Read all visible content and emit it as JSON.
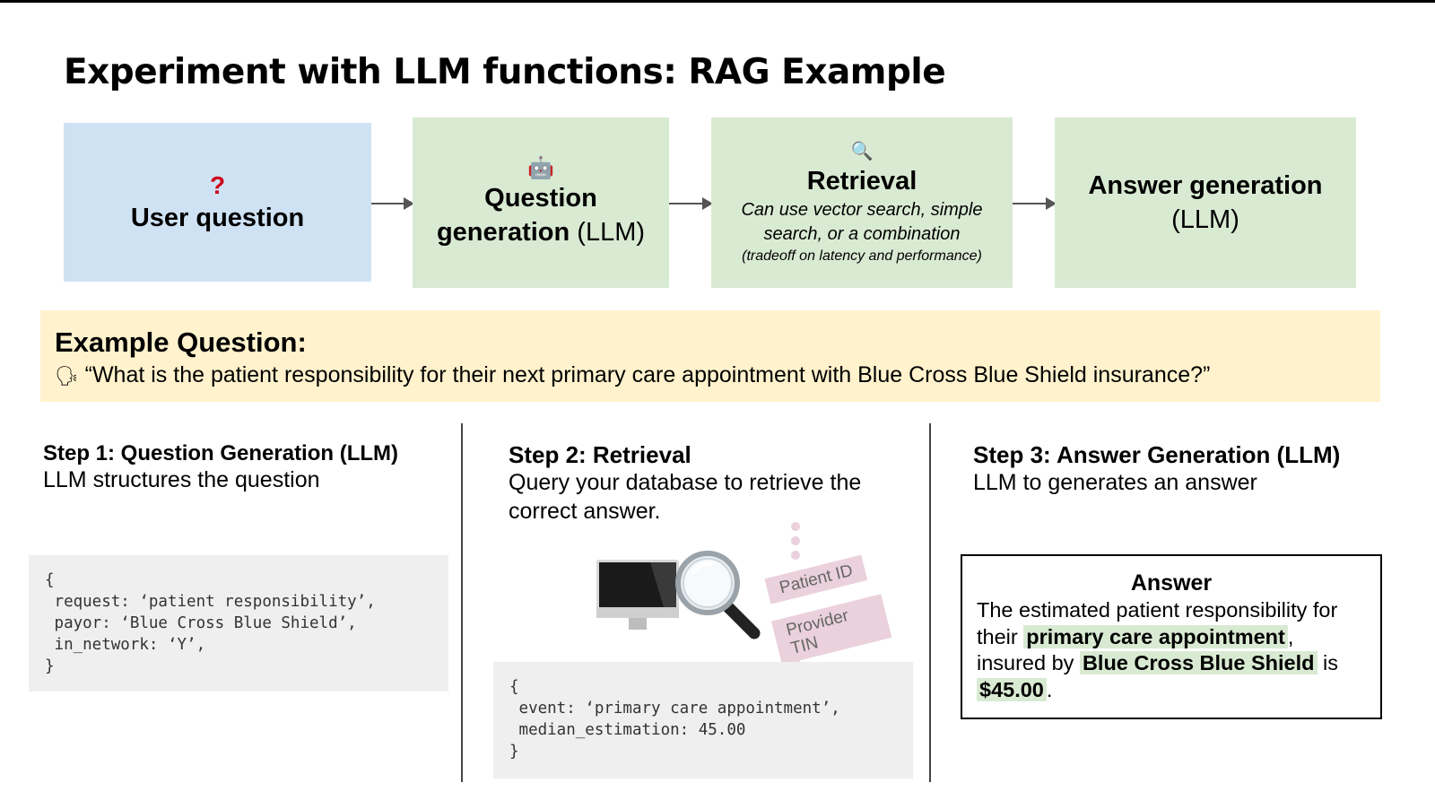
{
  "title": "Experiment with LLM functions: RAG Example",
  "flow": {
    "user_question": {
      "icon_char": "?",
      "label": "User question"
    },
    "question_generation": {
      "icon": "robot-icon",
      "icon_char": "🤖",
      "label_bold_1": "Question",
      "label_bold_2": "generation",
      "label_paren": "(LLM)"
    },
    "retrieval": {
      "icon": "magnifier-icon",
      "icon_char": "🔍",
      "label": "Retrieval",
      "desc_line1": "Can use vector search, simple",
      "desc_line2": "search, or a combination",
      "note": "(tradeoff on latency and performance)"
    },
    "answer_generation": {
      "label": "Answer generation",
      "label_paren": "(LLM)"
    }
  },
  "example": {
    "label": "Example Question:",
    "icon": "speaking-head-icon",
    "icon_char": "🗣",
    "question": "“What is the patient responsibility for their next primary care appointment with Blue Cross Blue Shield insurance?”"
  },
  "steps": [
    {
      "title": "Step 1: Question Generation (LLM)",
      "description": "LLM structures the question",
      "code": [
        "{",
        " request: ‘patient responsibility’,",
        " payor: ‘Blue Cross Blue Shield’,",
        " in_network: ‘Y’,",
        "}"
      ]
    },
    {
      "title": "Step 2: Retrieval",
      "description": "Query your database to retrieve the correct answer.",
      "tags": [
        "Patient ID",
        "Provider TIN"
      ],
      "code": [
        "{",
        " event: ‘primary care appointment’,",
        " median_estimation: 45.00",
        "}"
      ]
    },
    {
      "title": "Step 3: Answer Generation (LLM)",
      "description": "LLM to generates an answer",
      "answer": {
        "title": "Answer",
        "text_1": "The estimated patient responsibility for their ",
        "highlight_1": "primary care appointment",
        "text_2": ", insured by ",
        "highlight_2": "Blue Cross Blue Shield",
        "text_3": " is ",
        "highlight_3": "$45.00",
        "text_4": "."
      }
    }
  ]
}
